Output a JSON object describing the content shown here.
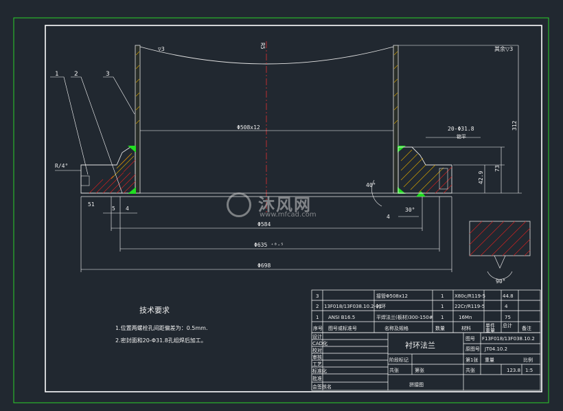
{
  "drawing": {
    "roughness_note": "其余▽3",
    "labels": {
      "l1": "1",
      "l2": "2",
      "l3": "3"
    },
    "dims": {
      "inner_diameter": "Φ508x12",
      "d584": "Φ584",
      "d635": "Φ635 ⁺⁰·⁵",
      "d698": "Φ698",
      "h20": "20-Φ31.8",
      "spot": "锪平",
      "h312": "312",
      "h73": "73",
      "h42": "42.9",
      "a40": "40°",
      "a30": "30°",
      "w4": "4",
      "d51": "51",
      "d4": "4",
      "d5": "5",
      "side_note": "R/4°",
      "top_note": "R5",
      "angle90": "90°"
    }
  },
  "tech_requirements": {
    "title": "技术要求",
    "items": [
      "1.位置两螺栓孔间距偏差为：0.5mm.",
      "2.密封面和20-Φ31.8孔组焊后加工。"
    ]
  },
  "bom": {
    "rows": [
      {
        "no": "3",
        "code": "",
        "name": "接管Φ508x12",
        "qty": "1",
        "material": "X80c/R119-5",
        "weight": "44.8",
        "note": ""
      },
      {
        "no": "2",
        "code": "13F018/13F038.10.2-01",
        "name": "衬环",
        "qty": "1",
        "material": "22Cr/R119-5",
        "weight": "4",
        "note": ""
      },
      {
        "no": "1",
        "code": "ANSI B16.5",
        "name": "平焊法兰(板材)300-150#",
        "qty": "1",
        "material": "16Mn",
        "weight": "75",
        "note": ""
      }
    ],
    "header": {
      "no": "序号",
      "code": "图号或标准号",
      "name": "名称及规格",
      "qty": "数量",
      "material": "材料",
      "unit": "单件",
      "total": "总计",
      "weight_label": "重量",
      "note": "备注"
    }
  },
  "title_block": {
    "part_name": "衬环法兰",
    "drawing_no_label": "图号",
    "drawing_no": "F13F018/13F038.10.2",
    "standard_label": "原图号",
    "standard": "JT04.10.2",
    "sheet_label": "第1张",
    "scale_label": "比例",
    "weight_label": "重量",
    "weight": "123.8",
    "scale": "1:5",
    "sheet_count_label": "共张",
    "footer": "拼接图",
    "rows": [
      "设计",
      "CAD化",
      "校对",
      "审核",
      "工艺",
      "标准化",
      "批准",
      "会签核名"
    ],
    "mid": [
      "阶段标记",
      "共张",
      "第张"
    ]
  },
  "watermark": {
    "brand": "沐风网",
    "url": "www.mfcad.com"
  }
}
